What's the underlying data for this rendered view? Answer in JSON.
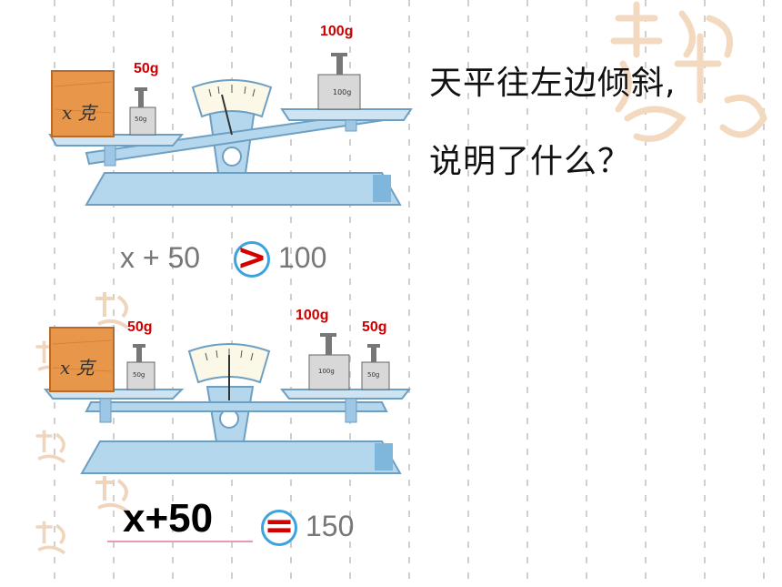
{
  "top": {
    "box_label": "x 克",
    "left_weight": "50g",
    "right_weight": "100g",
    "left_weight_tag": "50g",
    "right_weight_tag": "100g",
    "expr_left": "x + 50",
    "comparison": ">",
    "expr_right": "100"
  },
  "question": {
    "line1": "天平往左边倾斜,",
    "line2": "说明了什么？"
  },
  "bottom": {
    "box_label": "x 克",
    "left_weight": "50g",
    "right_weight_1": "100g",
    "right_weight_2": "50g",
    "left_weight_tag": "50g",
    "right_weight_tag_1": "100g",
    "right_weight_tag_2": "50g",
    "answer": "x+50",
    "comparison": "=",
    "expr_right": "150"
  },
  "colors": {
    "label_red": "#cc0000",
    "scale_blue": "#b5d7ee",
    "box_orange": "#e8964a",
    "circle_blue": "#3aa3e0"
  }
}
